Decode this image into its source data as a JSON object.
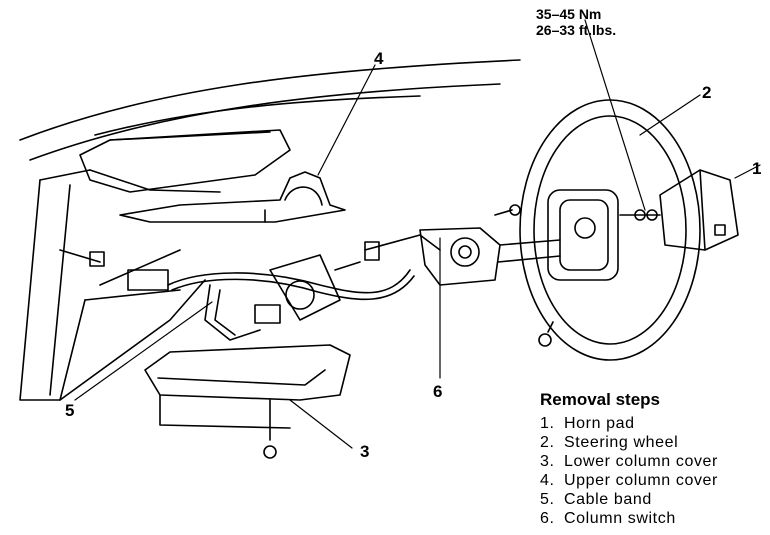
{
  "torque": {
    "nm": "35–45 Nm",
    "ftlbs": "26–33 ft.lbs."
  },
  "callouts": {
    "c1": "1",
    "c2": "2",
    "c3": "3",
    "c4": "4",
    "c5": "5",
    "c6": "6"
  },
  "removal": {
    "title": "Removal steps",
    "steps": [
      {
        "num": "1.",
        "label": "Horn pad"
      },
      {
        "num": "2.",
        "label": "Steering wheel"
      },
      {
        "num": "3.",
        "label": "Lower column cover"
      },
      {
        "num": "4.",
        "label": "Upper column cover"
      },
      {
        "num": "5.",
        "label": "Cable band"
      },
      {
        "num": "6.",
        "label": "Column switch"
      }
    ]
  }
}
